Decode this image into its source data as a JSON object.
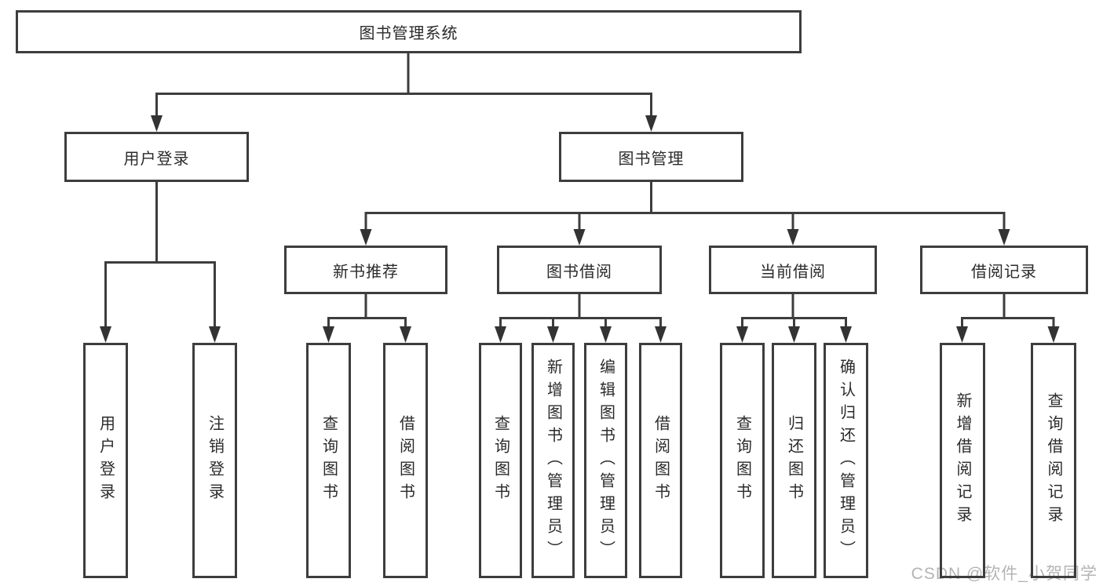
{
  "diagram": {
    "root": {
      "label": "图书管理系统"
    },
    "branches": [
      {
        "label": "用户登录",
        "children": [
          {
            "label": "用户登录"
          },
          {
            "label": "注销登录"
          }
        ]
      },
      {
        "label": "图书管理",
        "sections": [
          {
            "label": "新书推荐",
            "children": [
              {
                "label": "查询图书"
              },
              {
                "label": "借阅图书"
              }
            ]
          },
          {
            "label": "图书借阅",
            "children": [
              {
                "label": "查询图书"
              },
              {
                "label": "新增图书（管理员）"
              },
              {
                "label": "编辑图书（管理员）"
              },
              {
                "label": "借阅图书"
              }
            ]
          },
          {
            "label": "当前借阅",
            "children": [
              {
                "label": "查询图书"
              },
              {
                "label": "归还图书"
              },
              {
                "label": "确认归还（管理员）"
              }
            ]
          },
          {
            "label": "借阅记录",
            "children": [
              {
                "label": "新增借阅记录"
              },
              {
                "label": "查询借阅记录"
              }
            ]
          }
        ]
      }
    ]
  },
  "watermark": {
    "text": "CSDN @软件_小贺同学"
  },
  "colors": {
    "line": "#3d3d3d",
    "text": "#2b2b2b",
    "watermark": "#b4b4b4",
    "background": "#ffffff"
  }
}
